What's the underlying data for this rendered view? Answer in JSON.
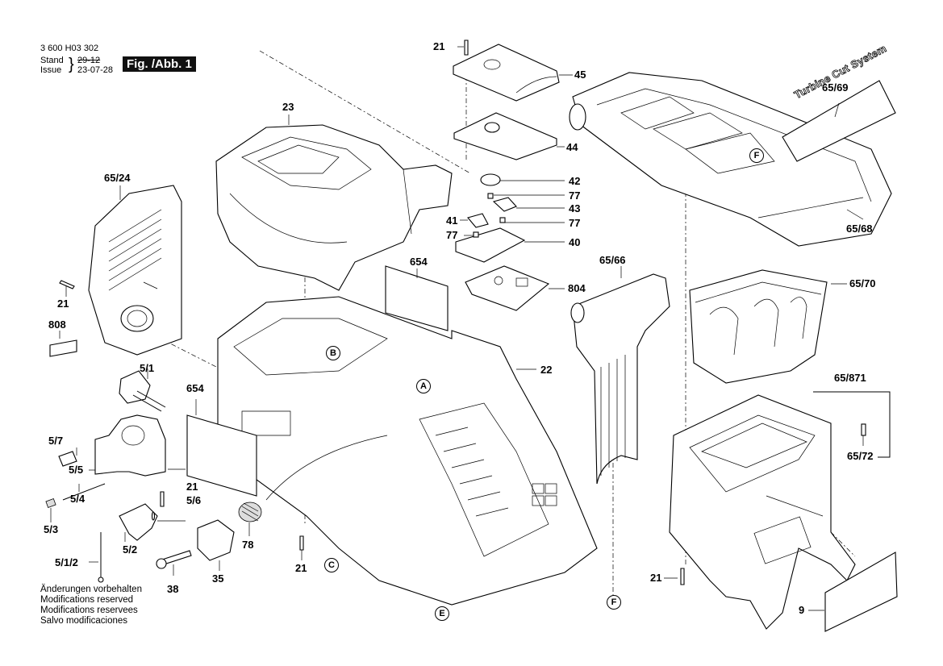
{
  "header": {
    "part_number": "3 600 H03 302",
    "stand_label": "Stand",
    "stand_value": "29-12",
    "issue_label": "Issue",
    "issue_value": "23-07-28",
    "figure_label": "Fig. /Abb. 1"
  },
  "footer": {
    "lines": [
      "Änderungen vorbehalten",
      "Modifications reserved",
      "Modifications reservees",
      "Salvo modificaciones"
    ]
  },
  "decal_text": "Turbine Cut System",
  "labels": {
    "p21_top": "21",
    "p45": "45",
    "p44": "44",
    "p42": "42",
    "p77_a": "77",
    "p43": "43",
    "p41": "41",
    "p77_b": "77",
    "p77_c": "77",
    "p40": "40",
    "p804": "804",
    "p654_top": "654",
    "p23": "23",
    "p65_24": "65/24",
    "p21_left": "21",
    "p808": "808",
    "p5_1": "5/1",
    "p654_left": "654",
    "p5_7": "5/7",
    "p5_5": "5/5",
    "p21_mid": "21",
    "p5_6": "5/6",
    "p5_4": "5/4",
    "p5_3": "5/3",
    "p5_2": "5/2",
    "p5_1_2": "5/1/2",
    "p38": "38",
    "p35": "35",
    "p78": "78",
    "p21_bottom": "21",
    "p22": "22",
    "p65_66": "65/66",
    "p65_69": "65/69",
    "p65_68": "65/68",
    "p65_70": "65/70",
    "p65_871": "65/871",
    "p65_72": "65/72",
    "p21_right": "21",
    "p9": "9"
  },
  "callouts": {
    "A": "A",
    "B": "B",
    "C": "C",
    "E": "E",
    "F_top": "F",
    "F_bottom": "F"
  }
}
